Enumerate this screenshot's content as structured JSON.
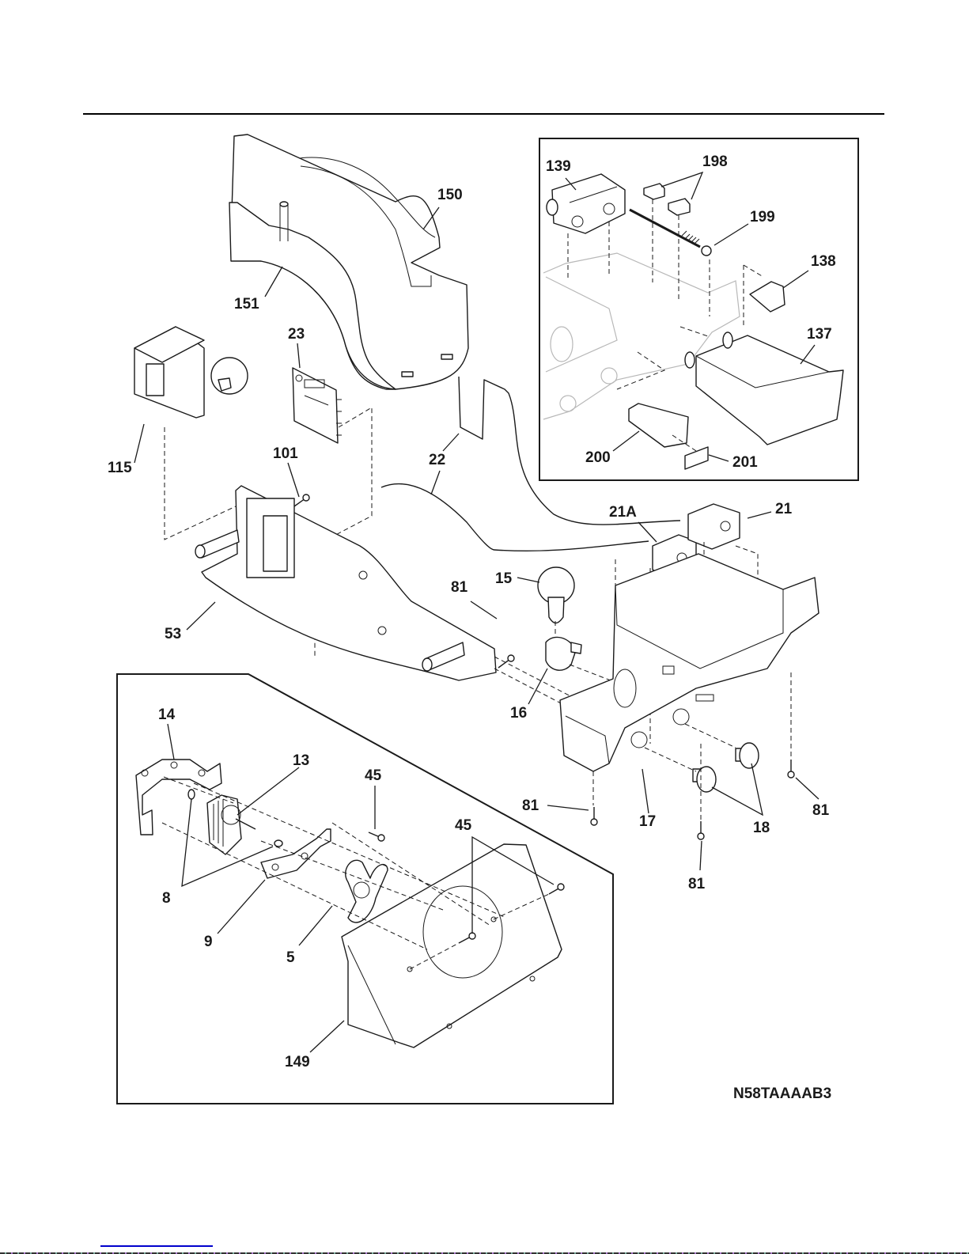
{
  "diagram": {
    "type": "exploded parts diagram",
    "drawing_code": "N58TAAAAB3",
    "callouts": {
      "c150": "150",
      "c151": "151",
      "c23": "23",
      "c115": "115",
      "c101": "101",
      "c22": "22",
      "c53": "53",
      "c81a": "81",
      "c15": "15",
      "c16": "16",
      "c21A": "21A",
      "c21": "21",
      "c17": "17",
      "c18": "18",
      "c81b": "81",
      "c81c": "81",
      "c81d": "81",
      "c14": "14",
      "c13": "13",
      "c45a": "45",
      "c45b": "45",
      "c8": "8",
      "c9": "9",
      "c5": "5",
      "c149": "149",
      "c139": "139",
      "c198": "198",
      "c199": "199",
      "c138": "138",
      "c137": "137",
      "c200": "200",
      "c201": "201"
    },
    "insets": [
      {
        "name": "dispenser-actuator-inset",
        "parts": [
          "139",
          "198",
          "199",
          "138",
          "137",
          "200",
          "201"
        ]
      },
      {
        "name": "fan-motor-inset",
        "parts": [
          "14",
          "13",
          "45",
          "8",
          "9",
          "5",
          "149"
        ]
      }
    ]
  },
  "footer": {
    "link_present": true
  }
}
